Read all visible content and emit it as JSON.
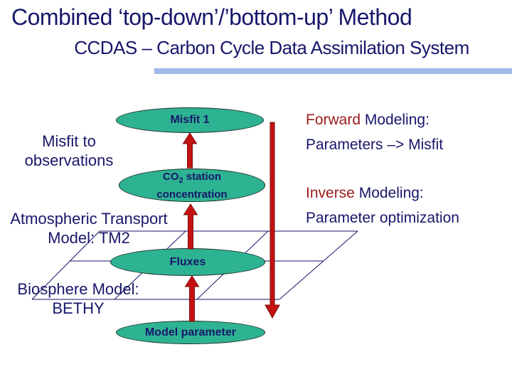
{
  "header": {
    "title": "Combined ‘top-down’/’bottom-up’ Method",
    "subtitle": "CCDAS – Carbon Cycle Data Assimilation System"
  },
  "diagram": {
    "nodes": {
      "misfit1": {
        "label": "Misfit 1"
      },
      "co2": {
        "line1_pre": "CO",
        "line1_sub": "2",
        "line1_post": " station",
        "line2": "concentration"
      },
      "fluxes": {
        "label": "Fluxes"
      },
      "model_parameter": {
        "label": "Model parameter"
      }
    },
    "labels": {
      "misfit_to_observations": {
        "line1": "Misfit to",
        "line2": "observations"
      },
      "atmospheric_transport": {
        "line1": "Atmospheric Transport",
        "line2": "Model: TM2"
      },
      "biosphere": {
        "line1": "Biosphere Model:",
        "line2": "BETHY"
      }
    },
    "annotations": {
      "forward_label": "Forward",
      "forward_rest": " Modeling:",
      "forward_desc": "Parameters –> Misfit",
      "inverse_label": "Inverse",
      "inverse_rest": " Modeling:",
      "inverse_desc": "Parameter optimization"
    }
  },
  "colors": {
    "navy": "#17176b",
    "dark_red": "#9b1b1b",
    "arrow_red": "#c41212",
    "ellipse_fill": "#2eb392",
    "bar_blue": "#9fb9ea",
    "grid_line": "#14146a"
  }
}
